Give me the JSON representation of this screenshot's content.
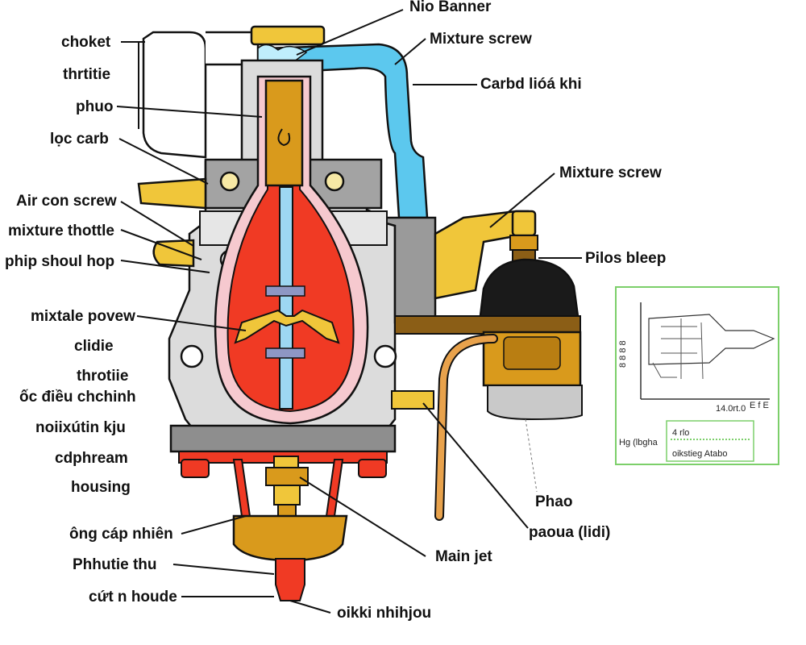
{
  "colors": {
    "body_gray": "#d9d9d9",
    "dark_gray": "#8e8e8e",
    "red": "#f03a24",
    "brass": "#d99a1c",
    "yellow": "#f0c63a",
    "blue": "#5cc8ee",
    "black": "#1a1a1a",
    "orange": "#e8a24c",
    "inset_border": "#7ccf6a"
  },
  "labels": {
    "nip_banner": "Nio Banner",
    "mixture_screw_top": "Mixture screw",
    "carb_hoa_khi": "Carbd lióá khi",
    "mixture_screw_right": "Mixture screw",
    "pilot_bleep": "Pilos bleep",
    "choke": "choket",
    "throttle": "thrtitie",
    "phao": "phuo",
    "loc_carb": "lọc carb",
    "air_con_screw": "Air con screw",
    "mixture_thottle": "mixture thottle",
    "phip_shout_hop": "phip shoul hop",
    "mixtale_povew": "mixtale povew",
    "clidie": "clidie",
    "throttie": "throtiie",
    "oc_dieu_chinh": "ốc điều chchinh",
    "noiiu_utin_kju": "noiixútin kju",
    "cdphream": "cdphream",
    "housing": "housing",
    "ong_cap_nhien": "ông cáp nhiên",
    "phutie_thu": "Phhutie thu",
    "cut_n_houde": "cứt n houde",
    "oikki_nhihjou": "oikki nhihjou",
    "main_jet": "Main jet",
    "phao_right": "Phao",
    "paoua_right": "paoua (lidi)"
  },
  "inset": {
    "left_axis_text": "8 8 8 8",
    "bottom_axis_text": "E f E",
    "small_note": "14.0rt.0",
    "left_caption": "Hg (lbgha",
    "legend_title": "4 rlo",
    "legend_caption": "oikstieg Atabo"
  }
}
